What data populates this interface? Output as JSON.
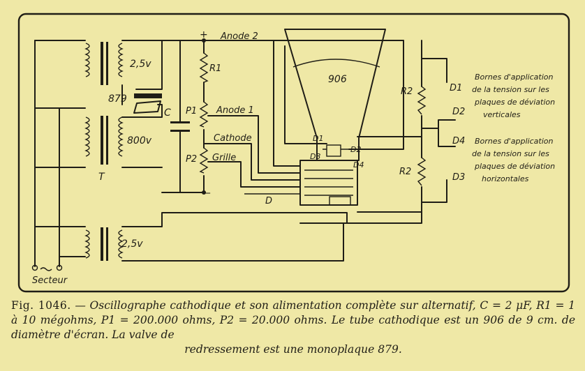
{
  "labels": {
    "anode2": "Anode 2",
    "plus": "+",
    "minus": "_",
    "r1": "R1",
    "p1": "P1",
    "p2": "P2",
    "c": "C",
    "anode1": "Anode 1",
    "cathode": "Cathode",
    "grille": "Grille",
    "d": "D",
    "t": "T",
    "v25_top": "2,5v",
    "v800": "800v",
    "v25_bottom": "2,5v",
    "valve": "879",
    "tube": "906",
    "r2_top": "R2",
    "r2_bottom": "R2",
    "d1": "D1",
    "d2": "D2",
    "d3": "D3",
    "d4": "D4",
    "d1_socket": "D1",
    "d2_socket": "D2",
    "d3_socket": "D3",
    "d4_socket": "D4",
    "secteur": "Secteur",
    "note_vertical": [
      "Bornes d'application",
      "de la tension sur les",
      "plaques de déviation",
      "verticales"
    ],
    "note_horizontal": [
      "Bornes d'application",
      "de la tension sur les",
      "plaques de déviation",
      "horizontales"
    ]
  },
  "caption": {
    "fig": "Fig. 1046.",
    "line1": "— Oscillographe cathodique et son alimentation complète sur alternatif, C = 2 μF, R1 = 1 à 10 mégohms, P1 = 200.000 ohms, P2 = 20.000 ohms. Le tube cathodique est un 906 de 9 cm. de diamètre d'écran. La valve de",
    "line2": "redressement est une monoplaque 879."
  }
}
